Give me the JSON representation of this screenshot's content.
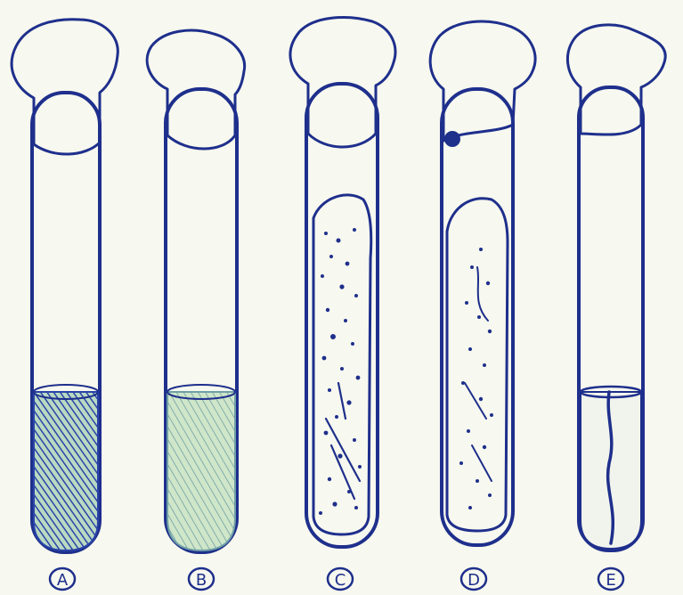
{
  "figure": {
    "tubes": [
      {
        "label": "A",
        "contents": "dense-shaded-fill"
      },
      {
        "label": "B",
        "contents": "light-shaded-fill"
      },
      {
        "label": "C",
        "contents": "slant-dotted-colonies"
      },
      {
        "label": "D",
        "contents": "slant-sparse-colonies"
      },
      {
        "label": "E",
        "contents": "stab-line-growth"
      }
    ],
    "colors": {
      "paper": "#f7f8ef",
      "ink": "#1e2f8c",
      "medium_dense": "#2a44a8",
      "medium_light": "#8fbf9a"
    }
  }
}
